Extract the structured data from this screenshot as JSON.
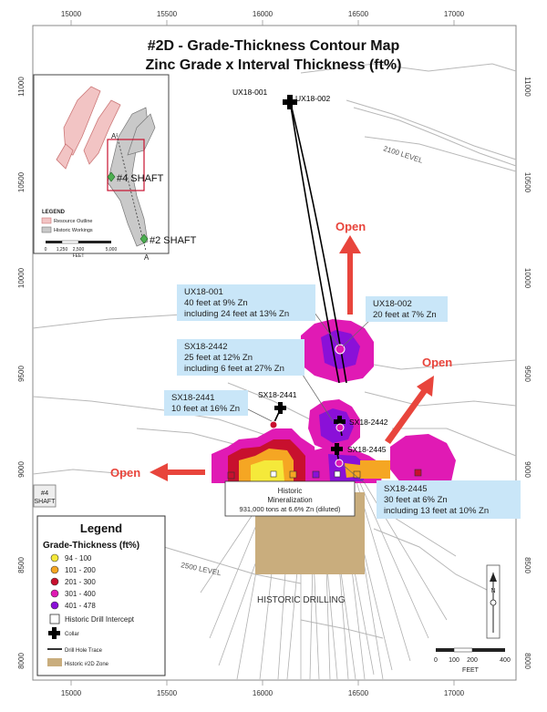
{
  "title": {
    "line1": "#2D - Grade-Thickness Contour Map",
    "line2": "Zinc Grade x Interval Thickness (ft%)"
  },
  "axes": {
    "x_ticks_top": [
      "15000",
      "15500",
      "16000",
      "16500",
      "17000"
    ],
    "x_ticks_bottom": [
      "15000",
      "15500",
      "16000",
      "16500",
      "17000"
    ],
    "y_ticks_left": [
      "11000",
      "10500",
      "10000",
      "9500",
      "9000",
      "8500",
      "8000"
    ],
    "y_ticks_right": [
      "11000",
      "10500",
      "10000",
      "9500",
      "9000",
      "8500",
      "8000"
    ]
  },
  "inset": {
    "legend_title": "LEGEND",
    "legend_resource": "Resource Outline",
    "legend_workings": "Historic Workings",
    "scale_labels": [
      "0",
      "1,250",
      "2,500",
      "5,000"
    ],
    "scale_unit": "FEET",
    "shaft4_label": "#4 SHAFT",
    "shaft2_label": "#2 SHAFT",
    "section_a": "A",
    "section_a_prime": "A'"
  },
  "collars": {
    "ux18_001": "UX18-001",
    "ux18_002": "UX18-002",
    "sx18_2441": "SX18-2441",
    "sx18_2442": "SX18-2442",
    "sx18_2445": "SX18-2445"
  },
  "level_labels": {
    "l2100": "2100 LEVEL",
    "l2500": "2500 LEVEL",
    "historic_drilling": "HISTORIC DRILLING"
  },
  "open_labels": {
    "north": "Open",
    "east": "Open",
    "west": "Open"
  },
  "callouts": {
    "ux18_001": [
      "UX18-001",
      "40 feet at 9% Zn",
      "including 24 feet at 13% Zn"
    ],
    "ux18_002": [
      "UX18-002",
      "20 feet at 7% Zn"
    ],
    "sx18_2442": [
      "SX18-2442",
      "25 feet at 12% Zn",
      "including 6 feet at 27% Zn"
    ],
    "sx18_2441": [
      "SX18-2441",
      "10 feet at 16% Zn"
    ],
    "sx18_2445": [
      "SX18-2445",
      "30 feet at 6% Zn",
      "including 13 feet at 10% Zn"
    ]
  },
  "historic_box": {
    "line1": "Historic",
    "line2": "Mineralization",
    "line3": "931,000 tons at 6.6% Zn (diluted)"
  },
  "shaft4_label": {
    "line1": "#4",
    "line2": "SHAFT"
  },
  "legend": {
    "title": "Legend",
    "subtitle": "Grade-Thickness (ft%)",
    "classes": [
      {
        "label": "94 - 100",
        "color": "#f5e93a"
      },
      {
        "label": "101 - 200",
        "color": "#f5a623"
      },
      {
        "label": "201 - 300",
        "color": "#c8102e"
      },
      {
        "label": "301 - 400",
        "color": "#e01ab4"
      },
      {
        "label": "401 - 478",
        "color": "#8a10d8"
      }
    ],
    "intercept_label": "Historic Drill Intercept",
    "collar_label": "Collar",
    "trace_label": "Drill Hole Trace",
    "zone_label": "Historic #2D Zone",
    "zone_color": "#c9ad7d"
  },
  "scale_bar": {
    "labels": [
      "0",
      "100",
      "200",
      "400"
    ],
    "unit": "FEET"
  },
  "north_arrow": "N"
}
